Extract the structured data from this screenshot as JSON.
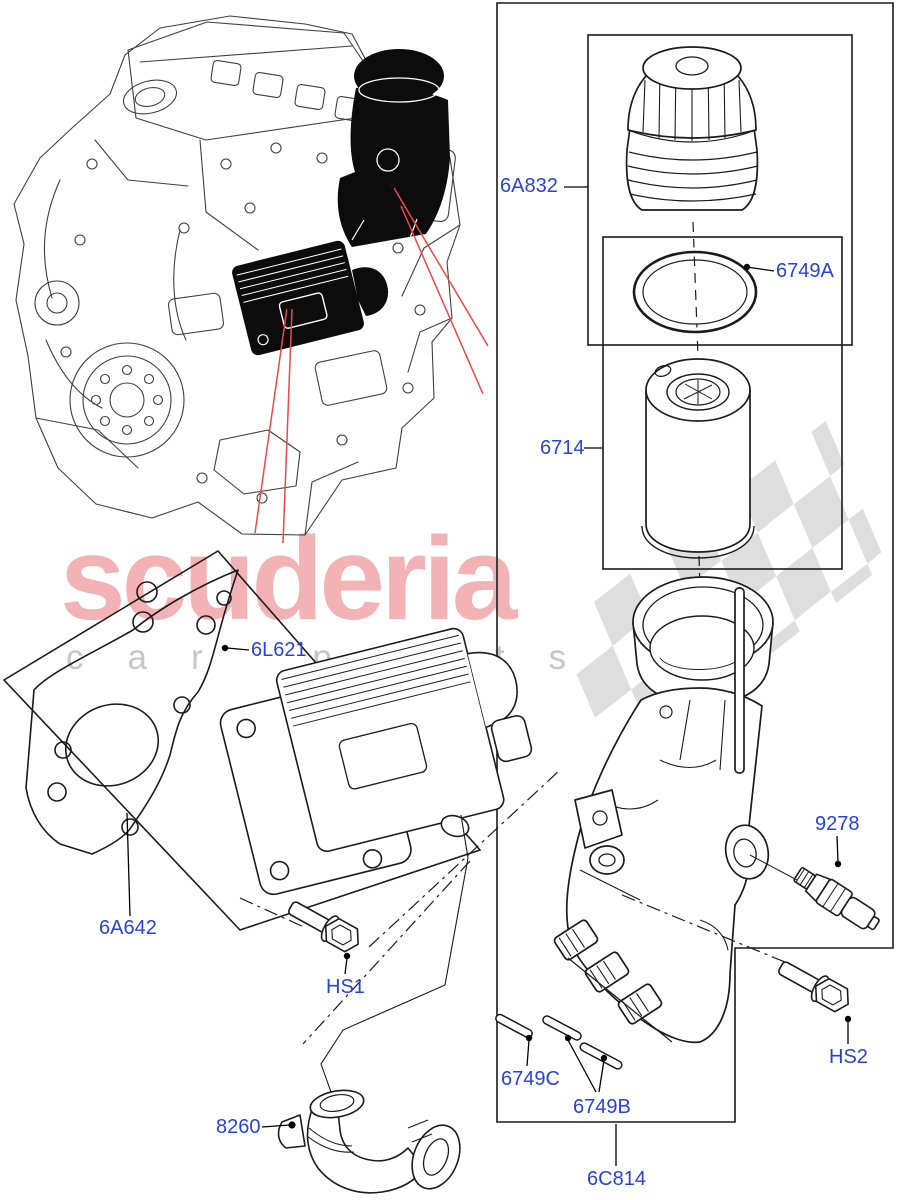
{
  "watermark": {
    "brand": "scuderia",
    "tagline": "car parts"
  },
  "colors": {
    "label": "#2643d9",
    "leader": "#000000",
    "callout_red": "#ee4747",
    "watermark_pink": "#f3b3b5",
    "watermark_gray": "#c6c6c6",
    "checker_gray": "#dadada",
    "line_art": "#1b1b1b"
  },
  "labels": [
    {
      "id": "6A832",
      "text": "6A832"
    },
    {
      "id": "6749A",
      "text": "6749A"
    },
    {
      "id": "6714",
      "text": "6714"
    },
    {
      "id": "6L621",
      "text": "6L621"
    },
    {
      "id": "6A642",
      "text": "6A642"
    },
    {
      "id": "9278",
      "text": "9278"
    },
    {
      "id": "HS1",
      "text": "HS1"
    },
    {
      "id": "HS2",
      "text": "HS2"
    },
    {
      "id": "6749C",
      "text": "6749C"
    },
    {
      "id": "6749B",
      "text": "6749B"
    },
    {
      "id": "6C814",
      "text": "6C814"
    },
    {
      "id": "8260",
      "text": "8260"
    }
  ]
}
